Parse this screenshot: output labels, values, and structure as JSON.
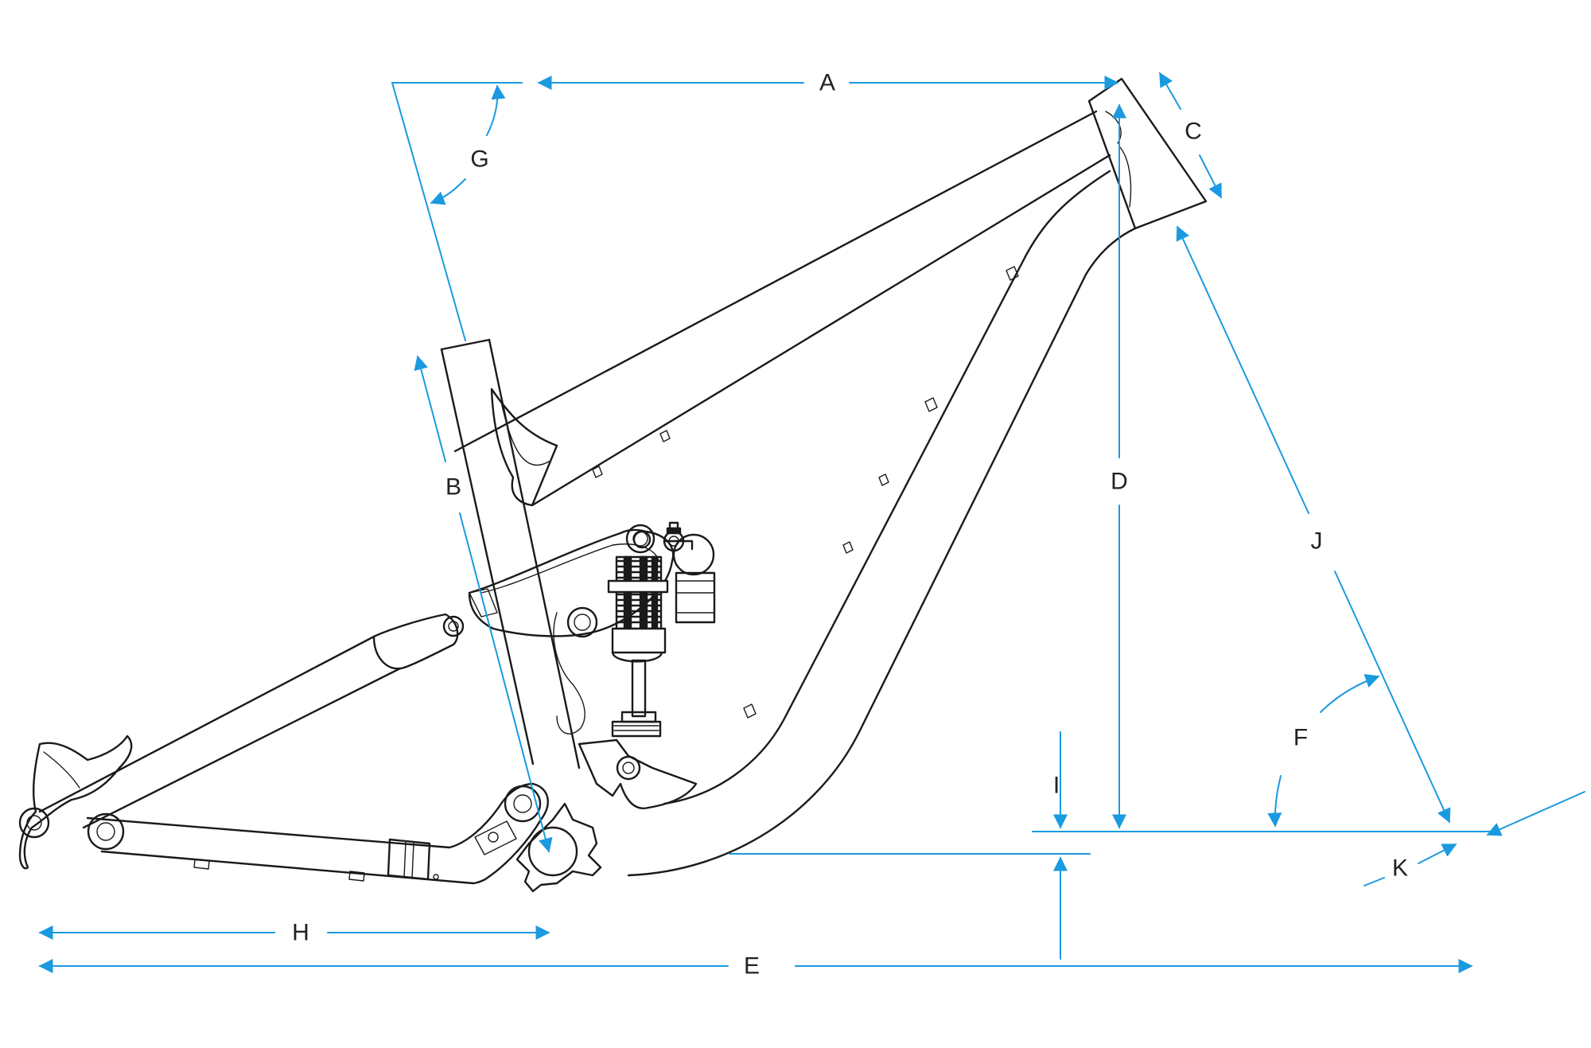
{
  "colors": {
    "dimension": "#1a9ae0",
    "frame": "#1a1a1a",
    "label": "#222222",
    "background": "#ffffff"
  },
  "labels": {
    "A": "A",
    "B": "B",
    "C": "C",
    "D": "D",
    "E": "E",
    "F": "F",
    "G": "G",
    "H": "H",
    "I": "I",
    "J": "J",
    "K": "K"
  }
}
